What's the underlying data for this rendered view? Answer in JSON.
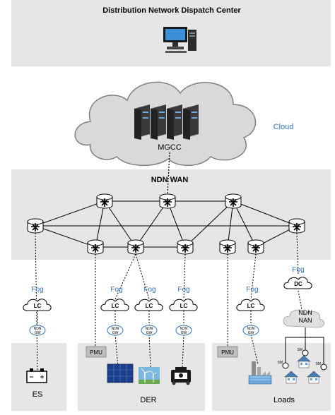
{
  "header": {
    "title": "Distribution Network Dispatch Center"
  },
  "cloud": {
    "label": "Cloud",
    "server_label": "MGCC"
  },
  "wan": {
    "label": "NDN WAN"
  },
  "fog_nodes": [
    {
      "fog_label": "Fog",
      "controller_label": "LC",
      "gw_label_1": "NDN",
      "gw_label_2": "GW"
    },
    {
      "fog_label": "Fog",
      "controller_label": "LC",
      "gw_label_1": "NDN",
      "gw_label_2": "GW"
    },
    {
      "fog_label": "Fog",
      "controller_label": "LC",
      "gw_label_1": "NDN",
      "gw_label_2": "GW"
    },
    {
      "fog_label": "Fog",
      "controller_label": "LC",
      "gw_label_1": "NDN",
      "gw_label_2": "GW"
    },
    {
      "fog_label": "Fog",
      "controller_label": "LC",
      "gw_label_1": "NDN",
      "gw_label_2": "GW"
    }
  ],
  "dc_node": {
    "fog_label": "Fog",
    "controller_label": "DC",
    "nan_label_1": "NDN",
    "nan_label_2": "NAN",
    "meter_label": "SM"
  },
  "pmu_labels": [
    "PMU",
    "PMU"
  ],
  "groups": {
    "es": "ES",
    "der": "DER",
    "loads": "Loads"
  },
  "colors": {
    "panel": "#e6e6e6",
    "fog_text": "#2e75b6",
    "cloud_fill": "#d9d9d9",
    "router": "#ffffff",
    "line": "#000000"
  }
}
